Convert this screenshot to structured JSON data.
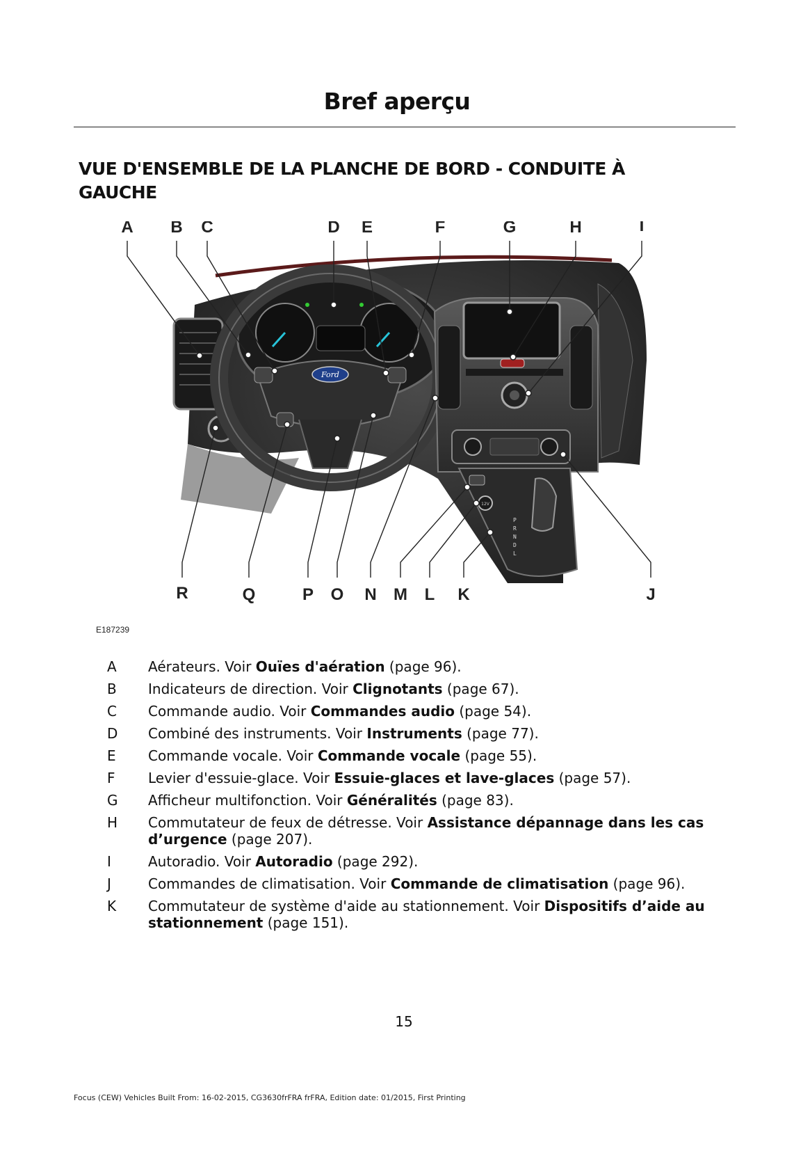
{
  "header": {
    "title": "Bref aperçu"
  },
  "section": {
    "title": "VUE D'ENSEMBLE DE LA PLANCHE DE BORD - CONDUITE À GAUCHE"
  },
  "figure": {
    "id": "E187239",
    "top_labels": [
      "A",
      "B",
      "C",
      "D",
      "E",
      "F",
      "G",
      "H",
      "I"
    ],
    "bottom_labels": [
      "R",
      "Q",
      "P",
      "O",
      "N",
      "M",
      "L",
      "K",
      "J"
    ],
    "logo_text": "Ford",
    "gear_letters": [
      "P",
      "R",
      "N",
      "D",
      "L"
    ],
    "socket_text": "12V",
    "colors": {
      "dash": "#2b2b2b",
      "trim": "#8a8a8a",
      "screen": "#111111",
      "accent": "#27c3d8",
      "logo": "#1f3f8a"
    }
  },
  "legend": [
    {
      "letter": "A",
      "text": "Aérateurs.  Voir ",
      "ref": "Ouïes d'aération",
      "page": " (page 96)."
    },
    {
      "letter": "B",
      "text": "Indicateurs de direction.  Voir ",
      "ref": "Clignotants",
      "page": " (page 67)."
    },
    {
      "letter": "C",
      "text": "Commande audio.  Voir ",
      "ref": "Commandes audio",
      "page": " (page 54)."
    },
    {
      "letter": "D",
      "text": "Combiné des instruments.  Voir ",
      "ref": "Instruments",
      "page": " (page 77)."
    },
    {
      "letter": "E",
      "text": "Commande vocale.  Voir ",
      "ref": "Commande vocale",
      "page": " (page 55)."
    },
    {
      "letter": "F",
      "text": "Levier d'essuie-glace.  Voir ",
      "ref": "Essuie-glaces et lave-glaces",
      "page": " (page 57)."
    },
    {
      "letter": "G",
      "text": "Afficheur multifonction.  Voir ",
      "ref": "Généralités",
      "page": " (page 83)."
    },
    {
      "letter": "H",
      "text": "Commutateur de feux de détresse.  Voir ",
      "ref": "Assistance dépannage dans les cas d’urgence",
      "page": " (page 207)."
    },
    {
      "letter": "I",
      "text": "Autoradio.  Voir ",
      "ref": "Autoradio",
      "page": " (page 292)."
    },
    {
      "letter": "J",
      "text": "Commandes de climatisation.  Voir ",
      "ref": "Commande de climatisation",
      "page": " (page 96)."
    },
    {
      "letter": "K",
      "text": "Commutateur de système d'aide au stationnement.  Voir ",
      "ref": "Dispositifs d’aide au stationnement",
      "page": " (page 151)."
    }
  ],
  "page_number": "15",
  "footer": "Focus (CEW) Vehicles Built From: 16-02-2015, CG3630frFRA frFRA, Edition date: 01/2015, First Printing"
}
